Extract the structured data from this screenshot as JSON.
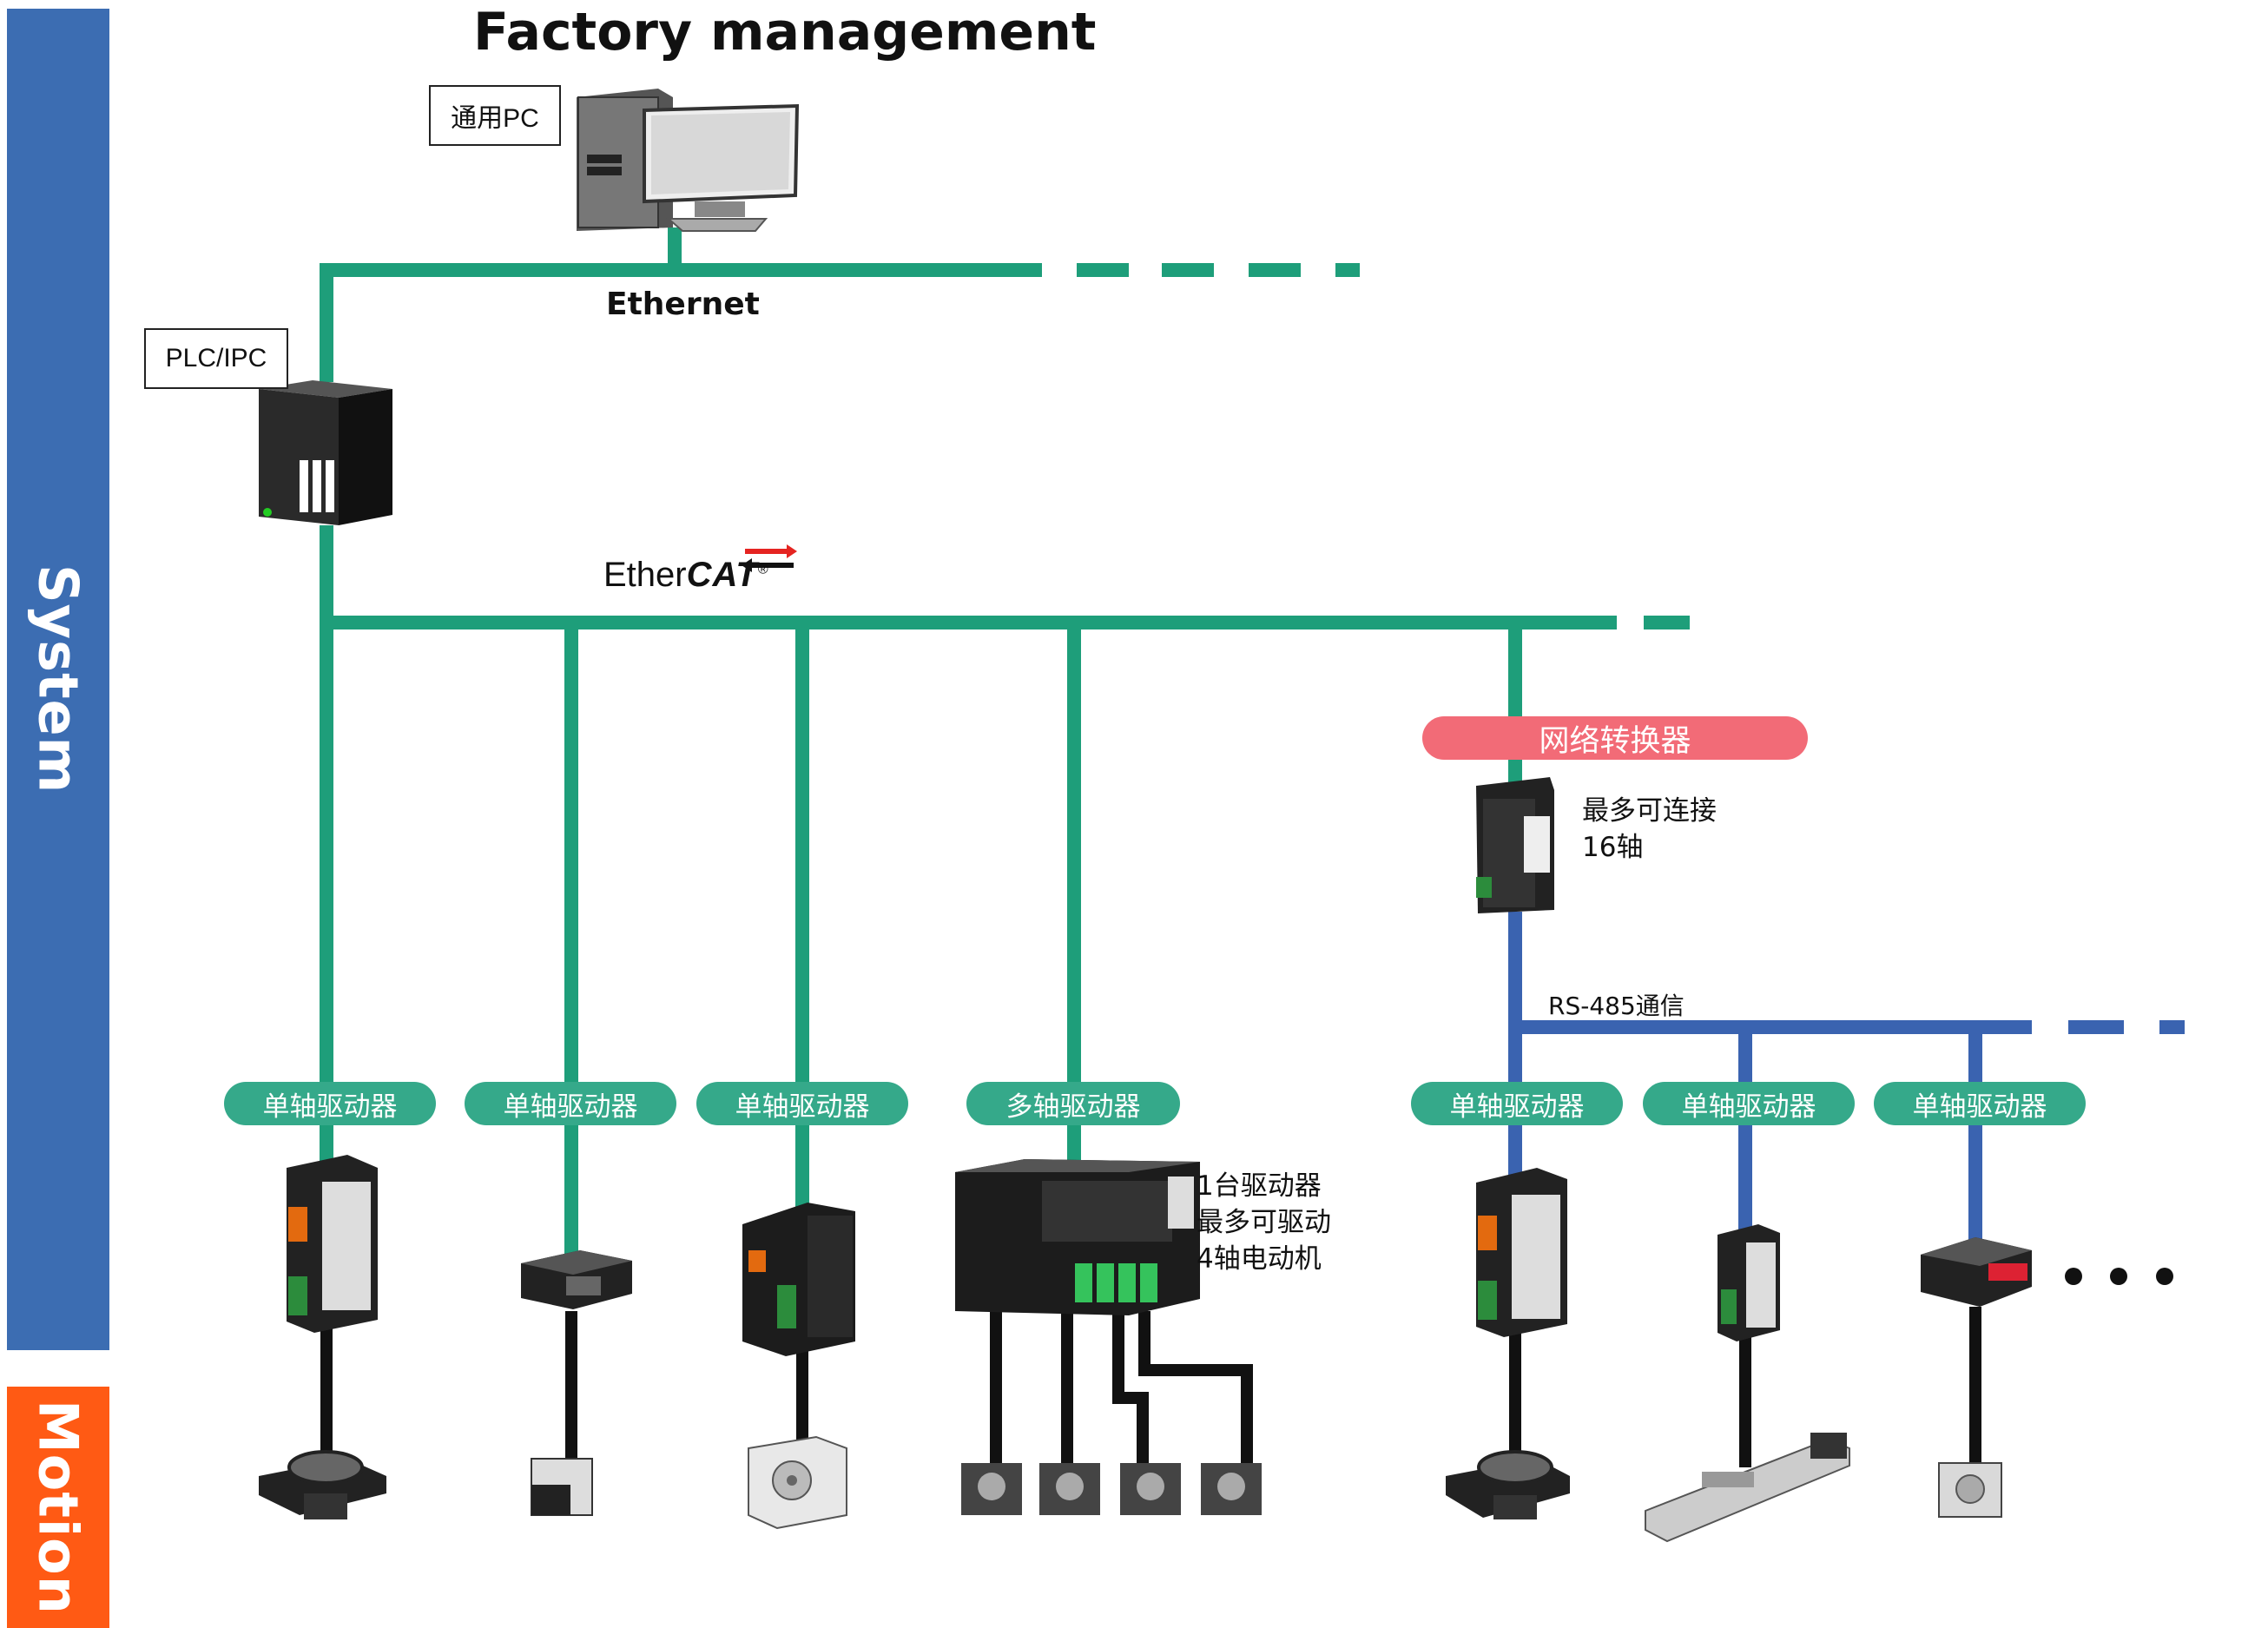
{
  "sidebar": {
    "system_label": "System",
    "motion_label": "Motion",
    "system_color": "#3c6db2",
    "motion_color": "#ff5a14"
  },
  "header": {
    "title": "Factory management"
  },
  "nodes": {
    "pc_label": "通用PC",
    "plc_label": "PLC/IPC",
    "ethernet_label": "Ethernet",
    "ethercat_prefix": "Ether",
    "ethercat_suffix": "CAT",
    "ethercat_reg": "®",
    "converter_label": "网络转换器",
    "converter_note": "最多可连接\n16轴",
    "rs485_label": "RS-485通信",
    "multi_axis_note": "1台驱动器\n最多可驱动\n4轴电动机"
  },
  "drivers": [
    {
      "label": "单轴驱动器"
    },
    {
      "label": "单轴驱动器"
    },
    {
      "label": "单轴驱动器"
    },
    {
      "label": "多轴驱动器"
    },
    {
      "label": "单轴驱动器"
    },
    {
      "label": "单轴驱动器"
    },
    {
      "label": "单轴驱动器"
    }
  ],
  "colors": {
    "ethernet_line": "#1e9e7a",
    "rs485_line": "#3a63b0",
    "pill_green": "#35a98a",
    "pill_pink": "#f26b77",
    "ethercat_accent": "#e52421"
  }
}
